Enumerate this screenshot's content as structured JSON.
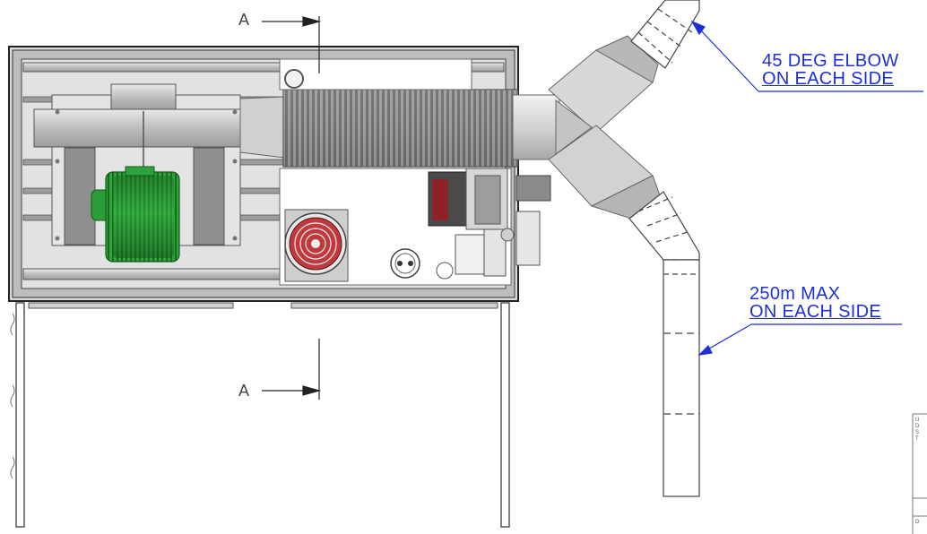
{
  "section_marks": {
    "top": "A",
    "bottom": "A"
  },
  "callouts": {
    "elbow": {
      "line1": "45 DEG ELBOW",
      "line2": "ON EACH SIDE"
    },
    "max_length": {
      "line1": "250m MAX",
      "line2": "ON EACH SIDE"
    }
  },
  "colors": {
    "callout": "#1f2fd6",
    "motor": "#2e9e3a",
    "fan": "#c0393d",
    "cabinet_frame": "#2a2a2a"
  },
  "title_block_fragments": [
    "U",
    "D",
    "S",
    "T",
    "D"
  ]
}
